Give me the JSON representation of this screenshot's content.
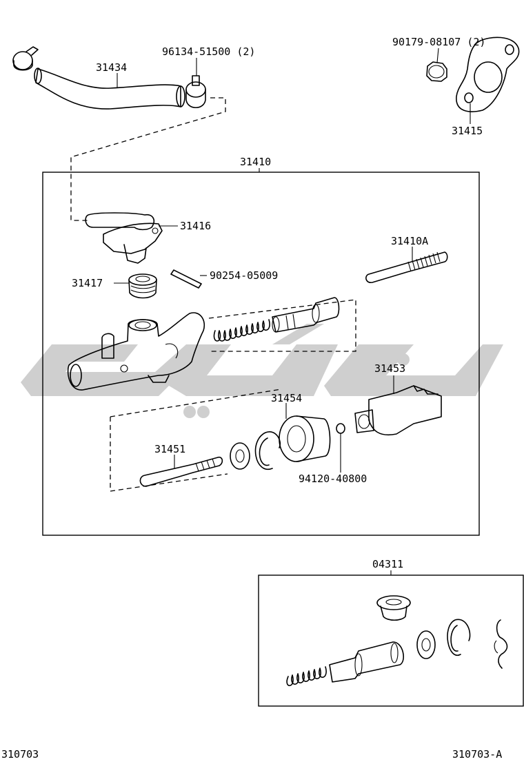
{
  "diagram": {
    "footer_left": "310703",
    "footer_right": "310703-A",
    "parts": {
      "hose": "31434",
      "clip": "96134-51500 (2)",
      "nut": "90179-08107 (2)",
      "gasket": "31415",
      "master_cylinder_assy": "31410",
      "union": "31416",
      "pin": "90254-05009",
      "plug": "31417",
      "push_rod_top": "31410A",
      "piston": "31453",
      "boot": "31454",
      "push_rod": "31451",
      "snap_ring": "94120-40800",
      "repair_kit": "04311"
    }
  },
  "colors": {
    "line": "#000000",
    "watermark": "#cfcfcf",
    "background": "#ffffff"
  }
}
